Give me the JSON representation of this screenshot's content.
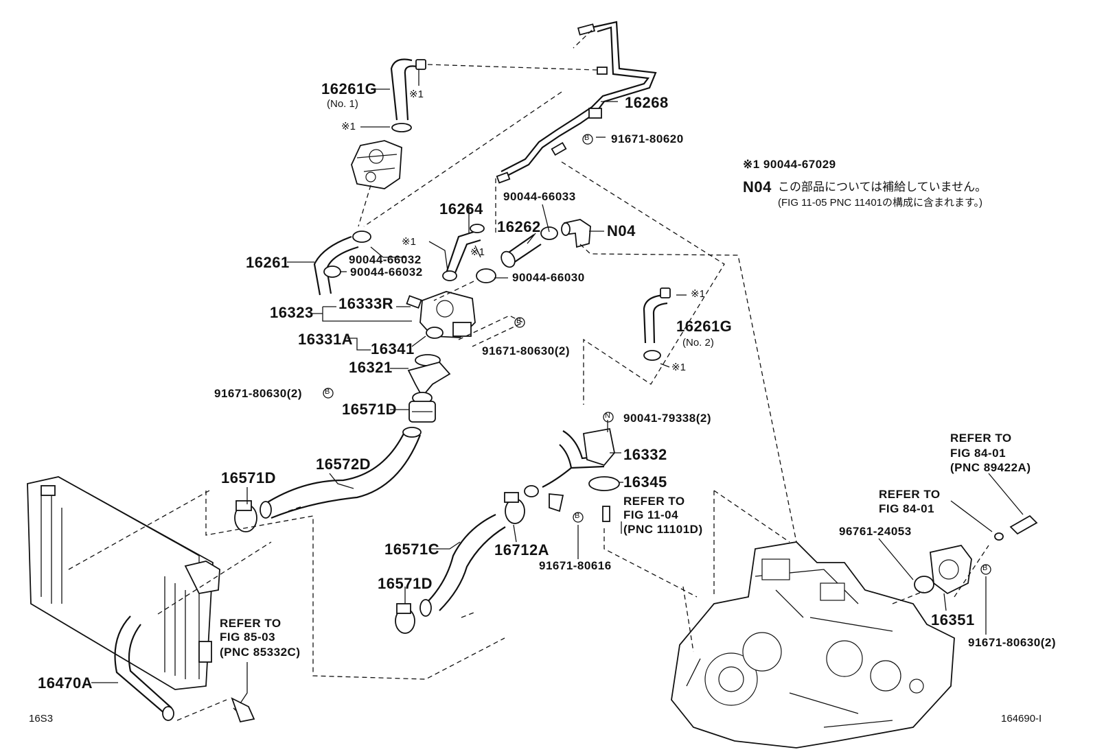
{
  "labels": {
    "p16261G_1": "16261G",
    "no1": "(No. 1)",
    "x1_a": "※1",
    "x1_b": "※1",
    "p16268": "16268",
    "b_91671_80620": "91671-80620",
    "note_x1": "※1 90044-67029",
    "note_n04_code": "N04",
    "note_n04_jp": "この部品については補給していません。",
    "note_n04_fig": "(FIG 11-05 PNC 11401の構成に含まれます。)",
    "p16264": "16264",
    "p90044_66033": "90044-66033",
    "p16262": "16262",
    "n04_label": "N04",
    "x1_c": "※1",
    "x1_d": "※1",
    "p16261": "16261",
    "p90044_66032_a": "90044-66032",
    "p90044_66032_b": "90044-66032",
    "p90044_66030": "90044-66030",
    "p16323": "16323",
    "p16333R": "16333R",
    "x1_e": "※1",
    "p16261G_2": "16261G",
    "no2": "(No. 2)",
    "x1_f": "※1",
    "p16331A": "16331A",
    "p16341": "16341",
    "b_91671_80630_2_a": "91671-80630(2)",
    "p16321": "16321",
    "b_91671_80630_2_b": "91671-80630(2)",
    "p16571D_a": "16571D",
    "n_90041_79338": "90041-79338(2)",
    "p16332": "16332",
    "p16571D_b": "16571D",
    "p16572D": "16572D",
    "p16345": "16345",
    "refer_11_04_a": "REFER TO",
    "refer_11_04_b": "FIG 11-04",
    "refer_11_04_c": "(PNC 11101D)",
    "refer_84_01_top_a": "REFER TO",
    "refer_84_01_top_b": "FIG 84-01",
    "refer_84_01_top_c": "(PNC 89422A)",
    "refer_84_01_a": "REFER TO",
    "refer_84_01_b": "FIG 84-01",
    "p96761_24053": "96761-24053",
    "p16571C": "16571C",
    "p16712A": "16712A",
    "b_91671_80616": "91671-80616",
    "p16571D_c": "16571D",
    "refer_85_03_a": "REFER TO",
    "refer_85_03_b": "FIG 85-03",
    "refer_85_03_c": "(PNC 85332C)",
    "p16351": "16351",
    "b_91671_80630_2_c": "91671-80630(2)",
    "p16470A": "16470A",
    "code_left": "16S3",
    "code_right": "164690-I"
  },
  "markers": {
    "bolt": "B",
    "nut": "N"
  }
}
